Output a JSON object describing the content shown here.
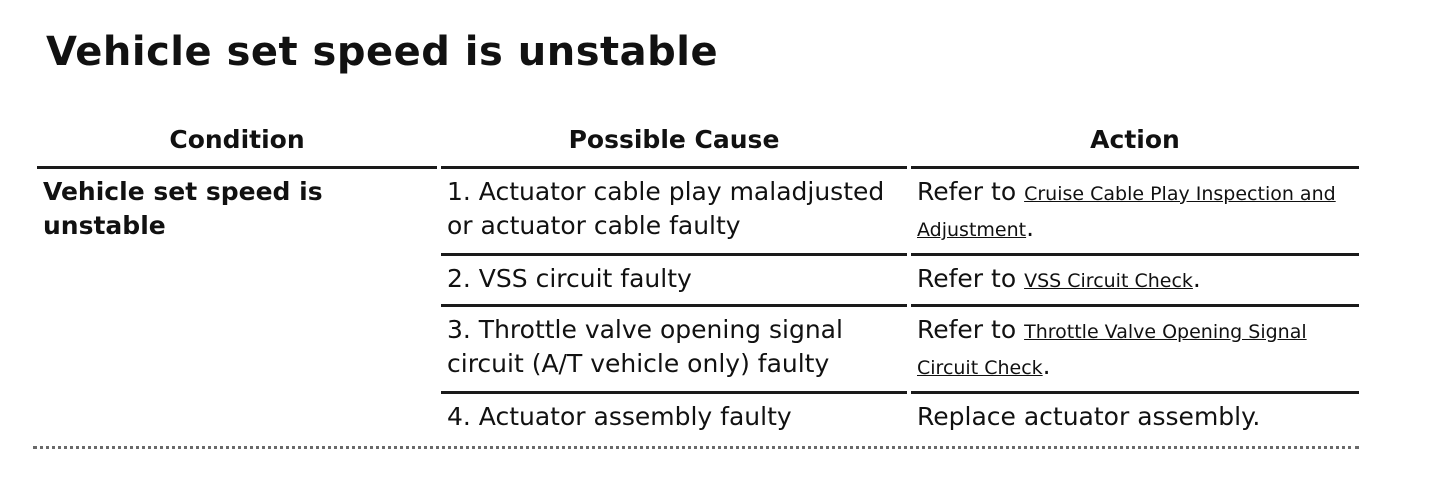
{
  "title": "Vehicle set speed is unstable",
  "table": {
    "headers": {
      "condition": "Condition",
      "cause": "Possible Cause",
      "action": "Action"
    },
    "condition": "Vehicle set speed is unstable",
    "rows": [
      {
        "cause": "1. Actuator cable play maladjusted or actuator cable faulty",
        "action_prefix": "Refer to ",
        "action_link": "Cruise Cable Play Inspection and Adjustment",
        "action_suffix": "."
      },
      {
        "cause": "2. VSS circuit faulty",
        "action_prefix": "Refer to ",
        "action_link": "VSS Circuit Check",
        "action_suffix": "."
      },
      {
        "cause": "3. Throttle valve opening signal circuit (A/T vehicle only) faulty",
        "action_prefix": "Refer to ",
        "action_link": "Throttle Valve Opening Signal Circuit Check",
        "action_suffix": "."
      },
      {
        "cause": "4. Actuator assembly faulty",
        "action_text": "Replace actuator assembly."
      }
    ]
  }
}
